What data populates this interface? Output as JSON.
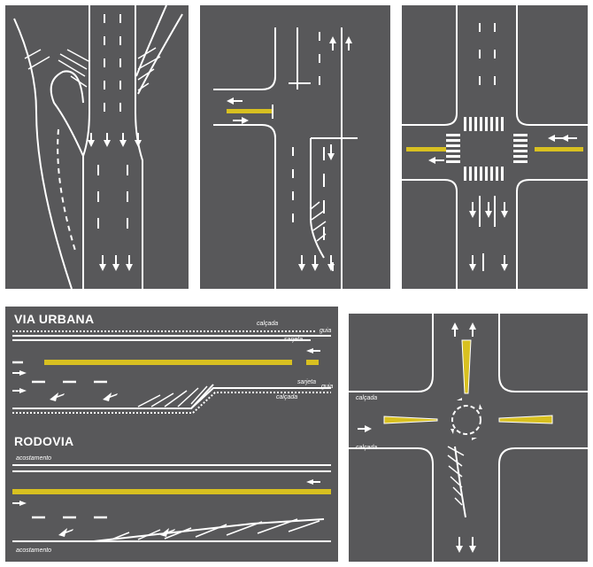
{
  "panels": {
    "highway_exit": {},
    "t_junction": {},
    "crossroads": {},
    "road_sections": {
      "urban_title": "VIA URBANA",
      "rural_title": "RODOVIA",
      "calcada_top": "calçada",
      "sarjeta_top": "sarjeta",
      "guia_top": "guia",
      "sarjeta_bottom": "sarjeta",
      "guia_bottom": "guia",
      "calcada_bottom": "calçada",
      "acostamento_top": "acostamento",
      "acostamento_bottom": "acostamento"
    },
    "roundabout": {
      "calcada_top": "calçada",
      "calcada_bottom": "calçada"
    }
  },
  "colors": {
    "panel_bg": "#58585a",
    "marking_white": "#ffffff",
    "marking_yellow": "#d8c020",
    "page_bg": "#ffffff"
  }
}
